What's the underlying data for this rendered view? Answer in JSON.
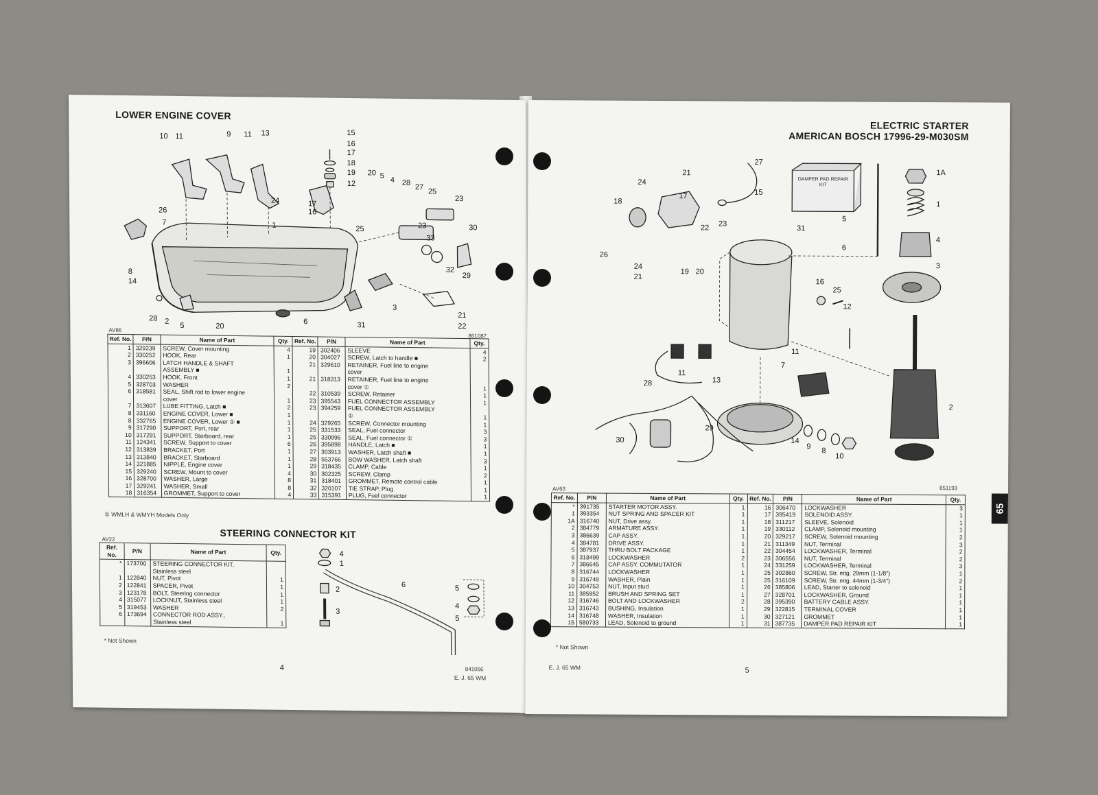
{
  "left_page": {
    "lower_cover": {
      "title": "LOWER ENGINE COVER",
      "fig_code": "AV86",
      "fig_number": "861087",
      "callouts": [
        "10",
        "11",
        "9",
        "11",
        "13",
        "15",
        "16",
        "17",
        "18",
        "19",
        "20",
        "5",
        "4",
        "28",
        "27",
        "25",
        "23",
        "24",
        "17",
        "16",
        "12",
        "26",
        "7",
        "1",
        "25",
        "23",
        "30",
        "33",
        "32",
        "29",
        "8",
        "14",
        "3",
        "21",
        "22",
        "28",
        "2",
        "5",
        "20",
        "6",
        "31"
      ],
      "headers": [
        "Ref. No.",
        "P/N",
        "Name of Part",
        "Qty.",
        "Ref. No.",
        "P/N",
        "Name of Part",
        "Qty."
      ],
      "left_rows": [
        [
          "1",
          "329239",
          "SCREW, Cover mounting",
          "4"
        ],
        [
          "2",
          "330252",
          "HOOK, Rear",
          "1"
        ],
        [
          "3",
          "396606",
          "LATCH HANDLE & SHAFT",
          ""
        ],
        [
          "",
          "",
          "ASSEMBLY ■",
          "1"
        ],
        [
          "4",
          "330253",
          "HOOK, Front",
          "1"
        ],
        [
          "5",
          "328703",
          "WASHER",
          "2"
        ],
        [
          "6",
          "318581",
          "SEAL, Shift rod to lower engine",
          ""
        ],
        [
          "",
          "",
          "cover",
          "1"
        ],
        [
          "7",
          "313607",
          "LUBE FITTING, Latch ■",
          "2"
        ],
        [
          "8",
          "331160",
          "ENGINE COVER, Lower ■",
          "1"
        ],
        [
          "8",
          "332765",
          "ENGINE COVER, Lower ① ■",
          "1"
        ],
        [
          "9",
          "317290",
          "SUPPORT, Port, rear",
          "1"
        ],
        [
          "10",
          "317291",
          "SUPPORT, Starboard, rear",
          "1"
        ],
        [
          "11",
          "124341",
          "SCREW, Support to cover",
          "6"
        ],
        [
          "12",
          "313839",
          "BRACKET, Port",
          "1"
        ],
        [
          "13",
          "313840",
          "BRACKET, Starboard",
          "1"
        ],
        [
          "14",
          "321885",
          "NIPPLE, Engine cover",
          "1"
        ],
        [
          "15",
          "329240",
          "SCREW, Mount to cover",
          "4"
        ],
        [
          "16",
          "328700",
          "WASHER, Large",
          "8"
        ],
        [
          "17",
          "329241",
          "WASHER, Small",
          "8"
        ],
        [
          "18",
          "316354",
          "GROMMET, Support to cover",
          "4"
        ]
      ],
      "right_rows": [
        [
          "19",
          "302406",
          "SLEEVE",
          "4"
        ],
        [
          "20",
          "304027",
          "SCREW, Latch to handle ■",
          "2"
        ],
        [
          "21",
          "329610",
          "RETAINER, Fuel line to engine",
          ""
        ],
        [
          "",
          "",
          "cover",
          ""
        ],
        [
          "21",
          "318313",
          "RETAINER, Fuel line to engine",
          ""
        ],
        [
          "",
          "",
          "cover ①",
          "1"
        ],
        [
          "22",
          "310539",
          "SCREW, Retainer",
          "1"
        ],
        [
          "23",
          "395543",
          "FUEL CONNECTOR ASSEMBLY",
          "1"
        ],
        [
          "23",
          "394259",
          "FUEL CONNECTOR ASSEMBLY",
          ""
        ],
        [
          "",
          "",
          "①",
          "1"
        ],
        [
          "24",
          "329265",
          "SCREW, Connector mounting",
          "1"
        ],
        [
          "25",
          "331533",
          "SEAL, Fuel connector",
          "3"
        ],
        [
          "25",
          "330996",
          "SEAL, Fuel connector ①",
          "3"
        ],
        [
          "26",
          "395898",
          "HANDLE, Latch ■",
          "1"
        ],
        [
          "27",
          "303913",
          "WASHER, Latch shaft ■",
          "1"
        ],
        [
          "28",
          "553766",
          "BOW WASHER, Latch shaft",
          "3"
        ],
        [
          "29",
          "318435",
          "CLAMP, Cable",
          "1"
        ],
        [
          "30",
          "302325",
          "SCREW, Clamp",
          "2"
        ],
        [
          "31",
          "318401",
          "GROMMET, Remote control cable",
          "1"
        ],
        [
          "32",
          "320107",
          "TIE STRAP, Plug",
          "1"
        ],
        [
          "33",
          "315391",
          "PLUG, Fuel connector",
          "1"
        ]
      ],
      "footnote": "① WMLH & WMYH Models Only"
    },
    "steering": {
      "title": "STEERING CONNECTOR KIT",
      "fig_code": "AV22",
      "fig_number": "841056",
      "callouts": [
        "4",
        "1",
        "6",
        "5",
        "4",
        "5",
        "2",
        "3"
      ],
      "headers": [
        "Ref. No.",
        "P/N",
        "Name of Part",
        "Qty."
      ],
      "rows": [
        [
          "*",
          "173700",
          "STEERING CONNECTOR KIT,",
          ""
        ],
        [
          "",
          "",
          "Stainless steel",
          ""
        ],
        [
          "1",
          "122840",
          "NUT, Pivot",
          "1"
        ],
        [
          "2",
          "122841",
          "SPACER, Pivot",
          "1"
        ],
        [
          "3",
          "123178",
          "BOLT, Steering connector",
          "1"
        ],
        [
          "4",
          "315077",
          "LOCKNUT, Stainless steel",
          "1"
        ],
        [
          "5",
          "319453",
          "WASHER",
          "2"
        ],
        [
          "6",
          "173694",
          "CONNECTOR ROD ASSY.,",
          ""
        ],
        [
          "",
          "",
          "Stainless steel",
          "1"
        ]
      ],
      "footnote": "* Not Shown"
    },
    "page_number": "4",
    "footer": "E. J. 65 WM"
  },
  "right_page": {
    "title_line1": "ELECTRIC STARTER",
    "title_line2": "AMERICAN BOSCH 17996-29-M030SM",
    "fig_code": "AV63",
    "fig_number": "851193",
    "kit_label": "DAMPER PAD REPAIR KIT",
    "callouts": [
      "27",
      "21",
      "24",
      "17",
      "15",
      "18",
      "22",
      "23",
      "31",
      "1A",
      "1",
      "5",
      "4",
      "6",
      "3",
      "26",
      "24",
      "21",
      "19",
      "20",
      "16",
      "25",
      "12",
      "11",
      "7",
      "2",
      "11",
      "13",
      "28",
      "30",
      "29",
      "14",
      "9",
      "8",
      "10"
    ],
    "headers": [
      "Ref. No.",
      "P/N",
      "Name of Part",
      "Qty.",
      "Ref. No.",
      "P/N",
      "Name of Part",
      "Qty."
    ],
    "left_rows": [
      [
        "*",
        "391735",
        "STARTER MOTOR ASSY.",
        "1"
      ],
      [
        "1",
        "393354",
        "NUT SPRING AND SPACER KIT",
        "1"
      ],
      [
        "1A",
        "316740",
        "NUT, Drive assy.",
        "1"
      ],
      [
        "2",
        "384779",
        "ARMATURE ASSY.",
        "1"
      ],
      [
        "3",
        "386639",
        "CAP ASSY.",
        "1"
      ],
      [
        "4",
        "384781",
        "DRIVE ASSY.",
        "1"
      ],
      [
        "5",
        "387937",
        "THRU BOLT PACKAGE",
        "1"
      ],
      [
        "6",
        "318499",
        "LOCKWASHER",
        "2"
      ],
      [
        "7",
        "386645",
        "CAP ASSY. COMMUTATOR",
        "1"
      ],
      [
        "8",
        "316744",
        "LOCKWASHER",
        "1"
      ],
      [
        "9",
        "316749",
        "WASHER, Plain",
        "1"
      ],
      [
        "10",
        "304753",
        "NUT, Input stud",
        "1"
      ],
      [
        "11",
        "385952",
        "BRUSH AND SPRING SET",
        "1"
      ],
      [
        "12",
        "316746",
        "BOLT AND LOCKWASHER",
        "2"
      ],
      [
        "13",
        "316743",
        "BUSHING, Insulation",
        "1"
      ],
      [
        "14",
        "316748",
        "WASHER, Insulation",
        "1"
      ],
      [
        "15",
        "580733",
        "LEAD, Solenoid to ground",
        "1"
      ]
    ],
    "right_rows": [
      [
        "16",
        "306470",
        "LOCKWASHER",
        "3"
      ],
      [
        "17",
        "395419",
        "SOLENOID ASSY.",
        "1"
      ],
      [
        "18",
        "311217",
        "SLEEVE, Solenoid",
        "1"
      ],
      [
        "19",
        "330112",
        "CLAMP, Solenoid mounting",
        "1"
      ],
      [
        "20",
        "329217",
        "SCREW, Solenoid mounting",
        "2"
      ],
      [
        "21",
        "311349",
        "NUT, Terminal",
        "3"
      ],
      [
        "22",
        "304454",
        "LOCKWASHER, Terminal",
        "2"
      ],
      [
        "23",
        "306556",
        "NUT, Terminal",
        "2"
      ],
      [
        "24",
        "331259",
        "LOCKWASHER, Terminal",
        "3"
      ],
      [
        "25",
        "302860",
        "SCREW, Str. mtg. 29mm (1-1/8\")",
        "1"
      ],
      [
        "25",
        "316109",
        "SCREW, Str. mtg. 44mm (1-3/4\")",
        "2"
      ],
      [
        "26",
        "385806",
        "LEAD, Starter to solenoid",
        "1"
      ],
      [
        "27",
        "328701",
        "LOCKWASHER, Ground",
        "1"
      ],
      [
        "28",
        "395390",
        "BATTERY CABLE ASSY.",
        "1"
      ],
      [
        "29",
        "322815",
        "TERMINAL COVER",
        "1"
      ],
      [
        "30",
        "327121",
        "GROMMET",
        "1"
      ],
      [
        "31",
        "387735",
        "DAMPER PAD REPAIR KIT",
        "1"
      ]
    ],
    "footnote": "* Not Shown",
    "page_number": "5",
    "footer": "E. J. 65 WM",
    "tab": "65"
  }
}
